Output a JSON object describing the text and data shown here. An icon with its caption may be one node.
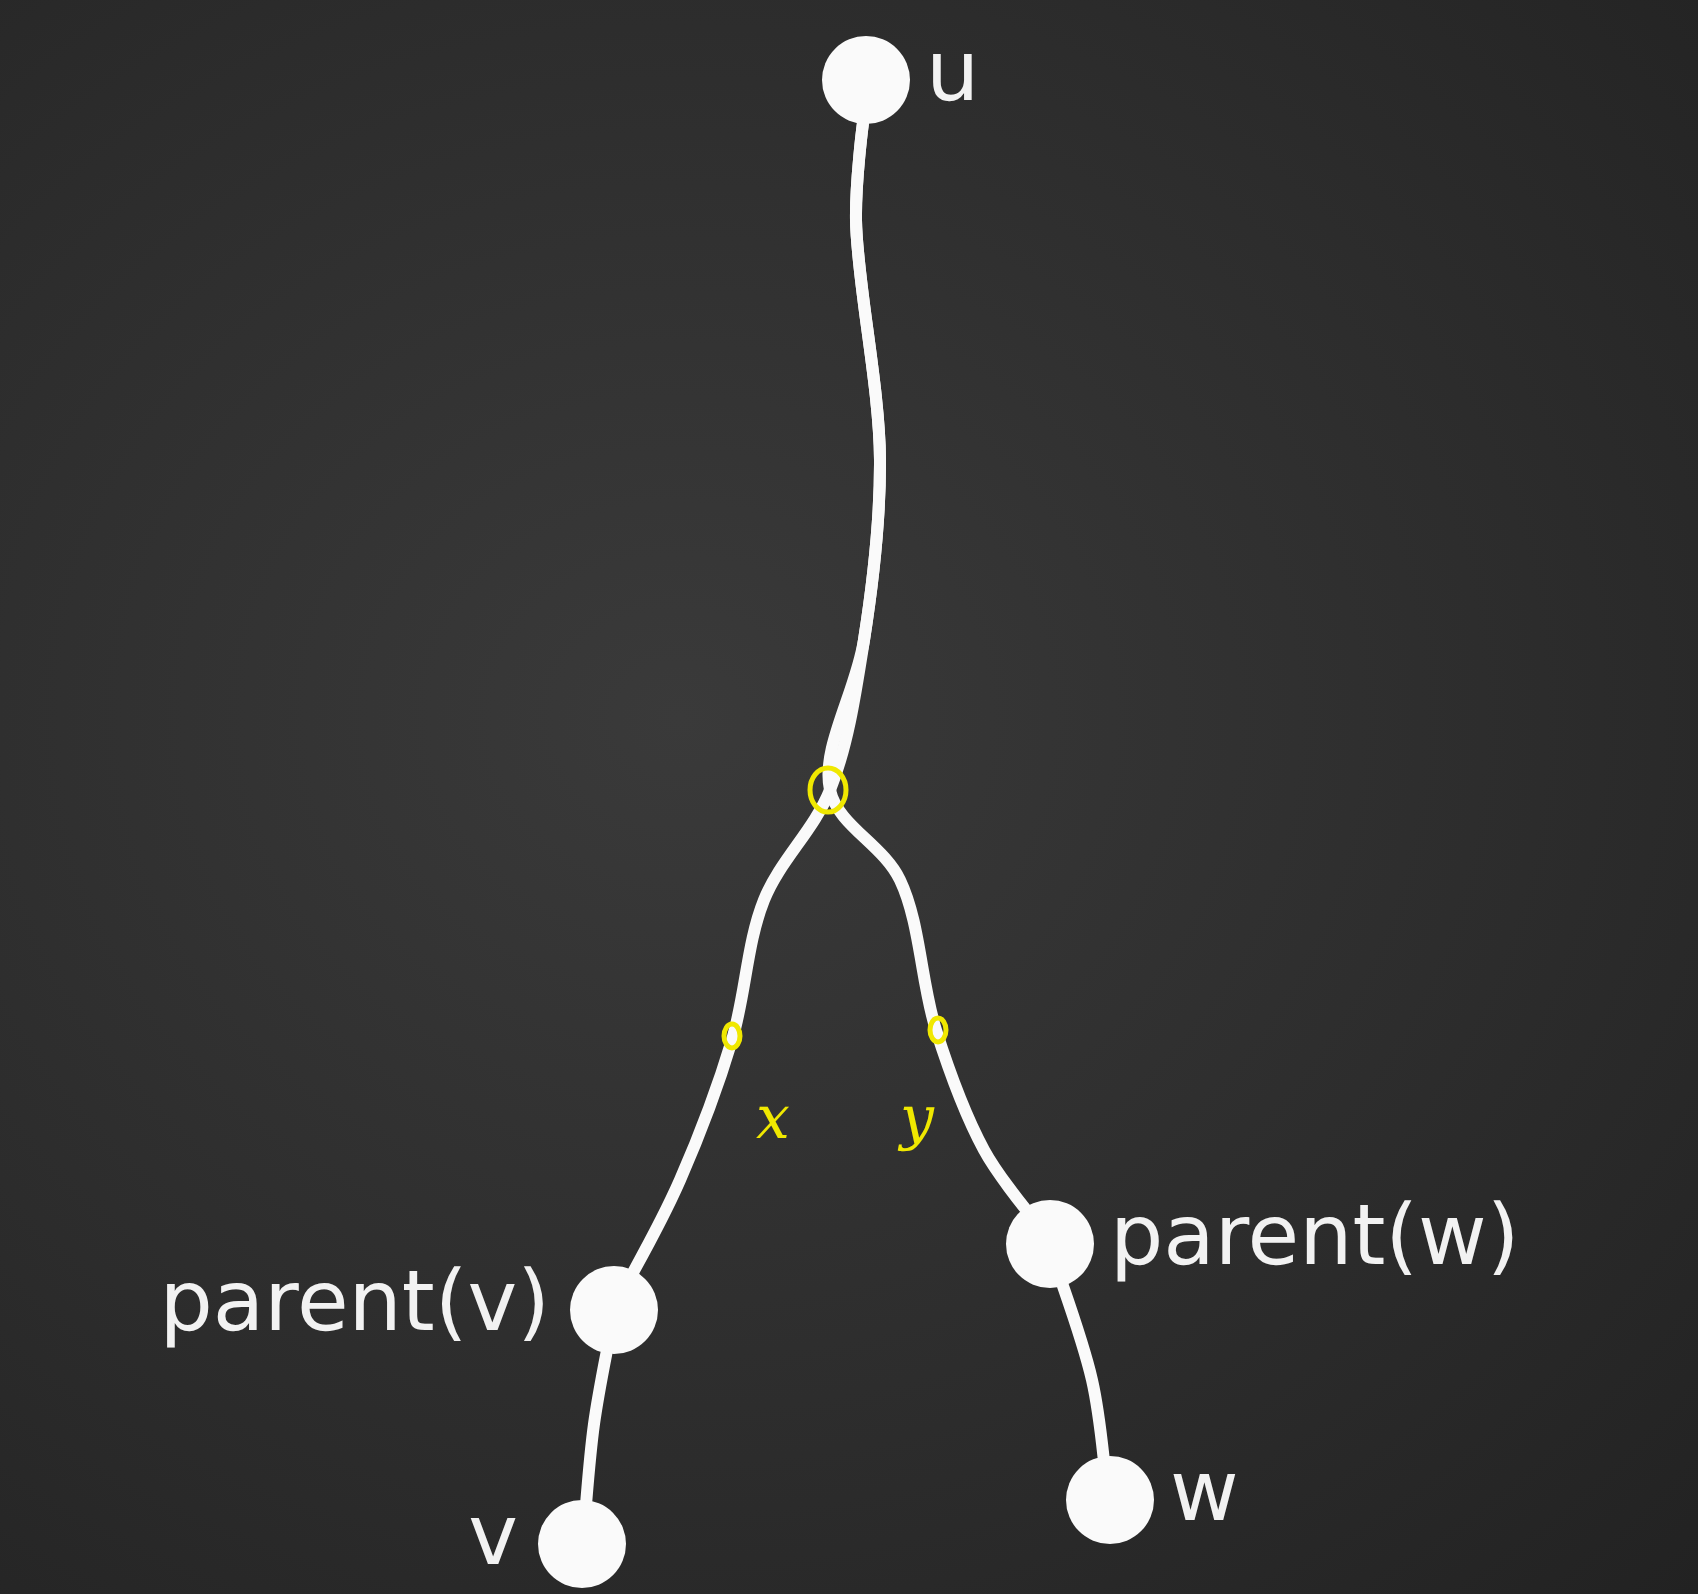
{
  "diagram": {
    "nodes": [
      {
        "text": [
          "u"
        ]
      },
      {
        "text": [
          "parent(v)"
        ]
      },
      {
        "text": [
          "parent(w)"
        ]
      },
      {
        "text": [
          "v"
        ]
      },
      {
        "text": [
          "w"
        ]
      }
    ],
    "edges": [
      {
        "from": 0,
        "to": 1,
        "arrow": "none"
      },
      {
        "from": 0,
        "to": 2,
        "arrow": "none"
      },
      {
        "from": 1,
        "to": 3,
        "arrow": "none"
      },
      {
        "from": 2,
        "to": 4,
        "arrow": "none"
      }
    ],
    "labels": [
      "x",
      "y"
    ]
  }
}
